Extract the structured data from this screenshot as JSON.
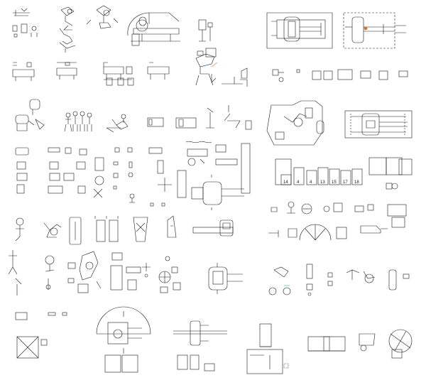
{
  "sheet": {
    "line_color": "#1a1a1a",
    "accent_orange": "#e07020",
    "accent_cyan": "#20b0c0",
    "background": "#ffffff"
  },
  "room_labels": [
    "14",
    "4",
    "4",
    "13",
    "15",
    "17",
    "18"
  ],
  "symbols": [
    {
      "group": "dental-chairs",
      "icon": "dental-chair-icon"
    },
    {
      "group": "operating-tables",
      "icon": "operating-table-icon"
    },
    {
      "group": "surgical-lights",
      "icon": "surgical-light-icon"
    },
    {
      "group": "c-arm-xray",
      "icon": "c-arm-icon"
    },
    {
      "group": "ct-scanner",
      "icon": "ct-scanner-icon"
    },
    {
      "group": "staff-figures",
      "icon": "person-icon"
    },
    {
      "group": "treatment-rooms",
      "icon": "room-plan-icon"
    }
  ]
}
